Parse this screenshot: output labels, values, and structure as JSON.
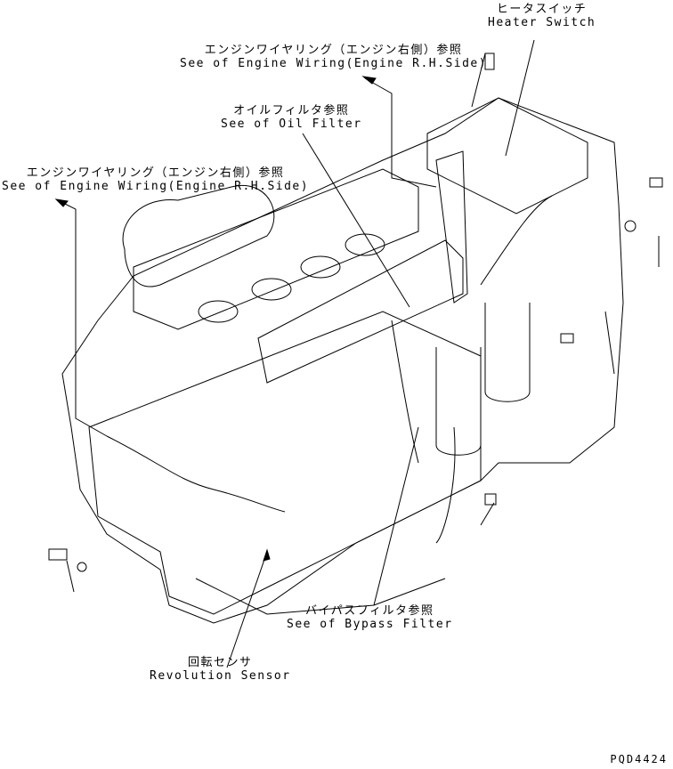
{
  "labels": {
    "heater_switch": {
      "jp": "ヒータスイッチ",
      "en": "Heater Switch"
    },
    "wiring_rh_top": {
      "jp": "エンジンワイヤリング（エンジン右側）参照",
      "en": "See of Engine Wiring(Engine R.H.Side)"
    },
    "oil_filter": {
      "jp": "オイルフィルタ参照",
      "en": "See of Oil Filter"
    },
    "wiring_rh_left": {
      "jp": "エンジンワイヤリング（エンジン右側）参照",
      "en": "See of Engine Wiring(Engine R.H.Side)"
    },
    "bypass_filter": {
      "jp": "バイパスフィルタ参照",
      "en": "See of Bypass Filter"
    },
    "revolution_sensor": {
      "jp": "回転センサ",
      "en": "Revolution Sensor"
    }
  },
  "drawing_code": "PQD4424"
}
